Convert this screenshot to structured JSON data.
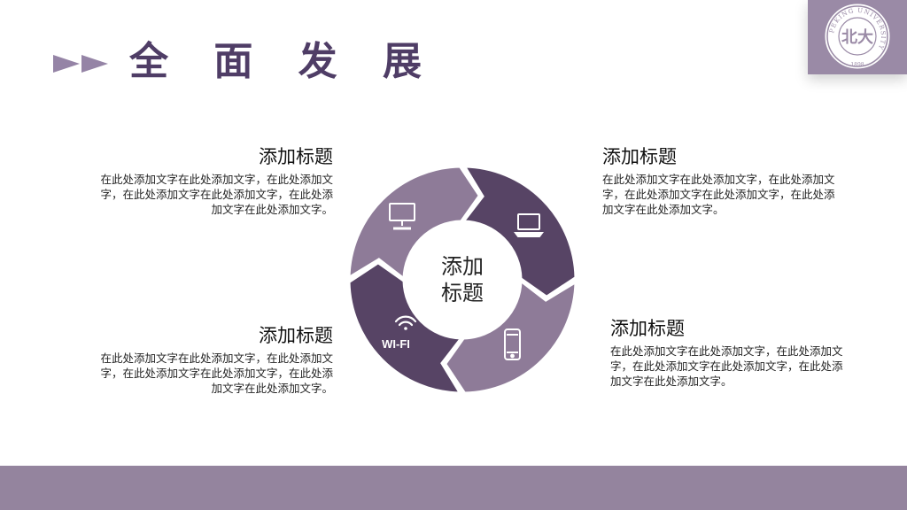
{
  "header": {
    "title": "全 面 发 展"
  },
  "logo": {
    "emblem": "北大",
    "text_ring": "PEKING UNIVERSITY",
    "year": "1898",
    "icon": "university-seal-icon"
  },
  "cycle": {
    "center_label": "添加\n标题",
    "segments": [
      {
        "icon": "desktop-monitor-icon",
        "color": "#8e7b98"
      },
      {
        "icon": "laptop-icon",
        "color": "#574465"
      },
      {
        "icon": "smartphone-icon",
        "color": "#8e7b98"
      },
      {
        "icon": "wifi-icon",
        "label": "WI-FI",
        "color": "#574465"
      }
    ]
  },
  "blocks": [
    {
      "title": "添加标题",
      "body": "在此处添加文字在此处添加文字，在此处添加文字，在此处添加文字在此处添加文字，在此处添加文字在此处添加文字。"
    },
    {
      "title": "添加标题",
      "body": "在此处添加文字在此处添加文字，在此处添加文字，在此处添加文字在此处添加文字，在此处添加文字在此处添加文字。"
    },
    {
      "title": "添加标题",
      "body": "在此处添加文字在此处添加文字，在此处添加文字，在此处添加文字在此处添加文字，在此处添加文字在此处添加文字。"
    },
    {
      "title": "添加标题",
      "body": "在此处添加文字在此处添加文字，在此处添加文字，在此处添加文字在此处添加文字，在此处添加文字在此处添加文字。"
    }
  ],
  "colors": {
    "accent": "#4f3d66",
    "segment_dark": "#574465",
    "segment_light": "#8e7b98",
    "footer": "#94849e",
    "logo_bg": "#9a8aa6"
  }
}
